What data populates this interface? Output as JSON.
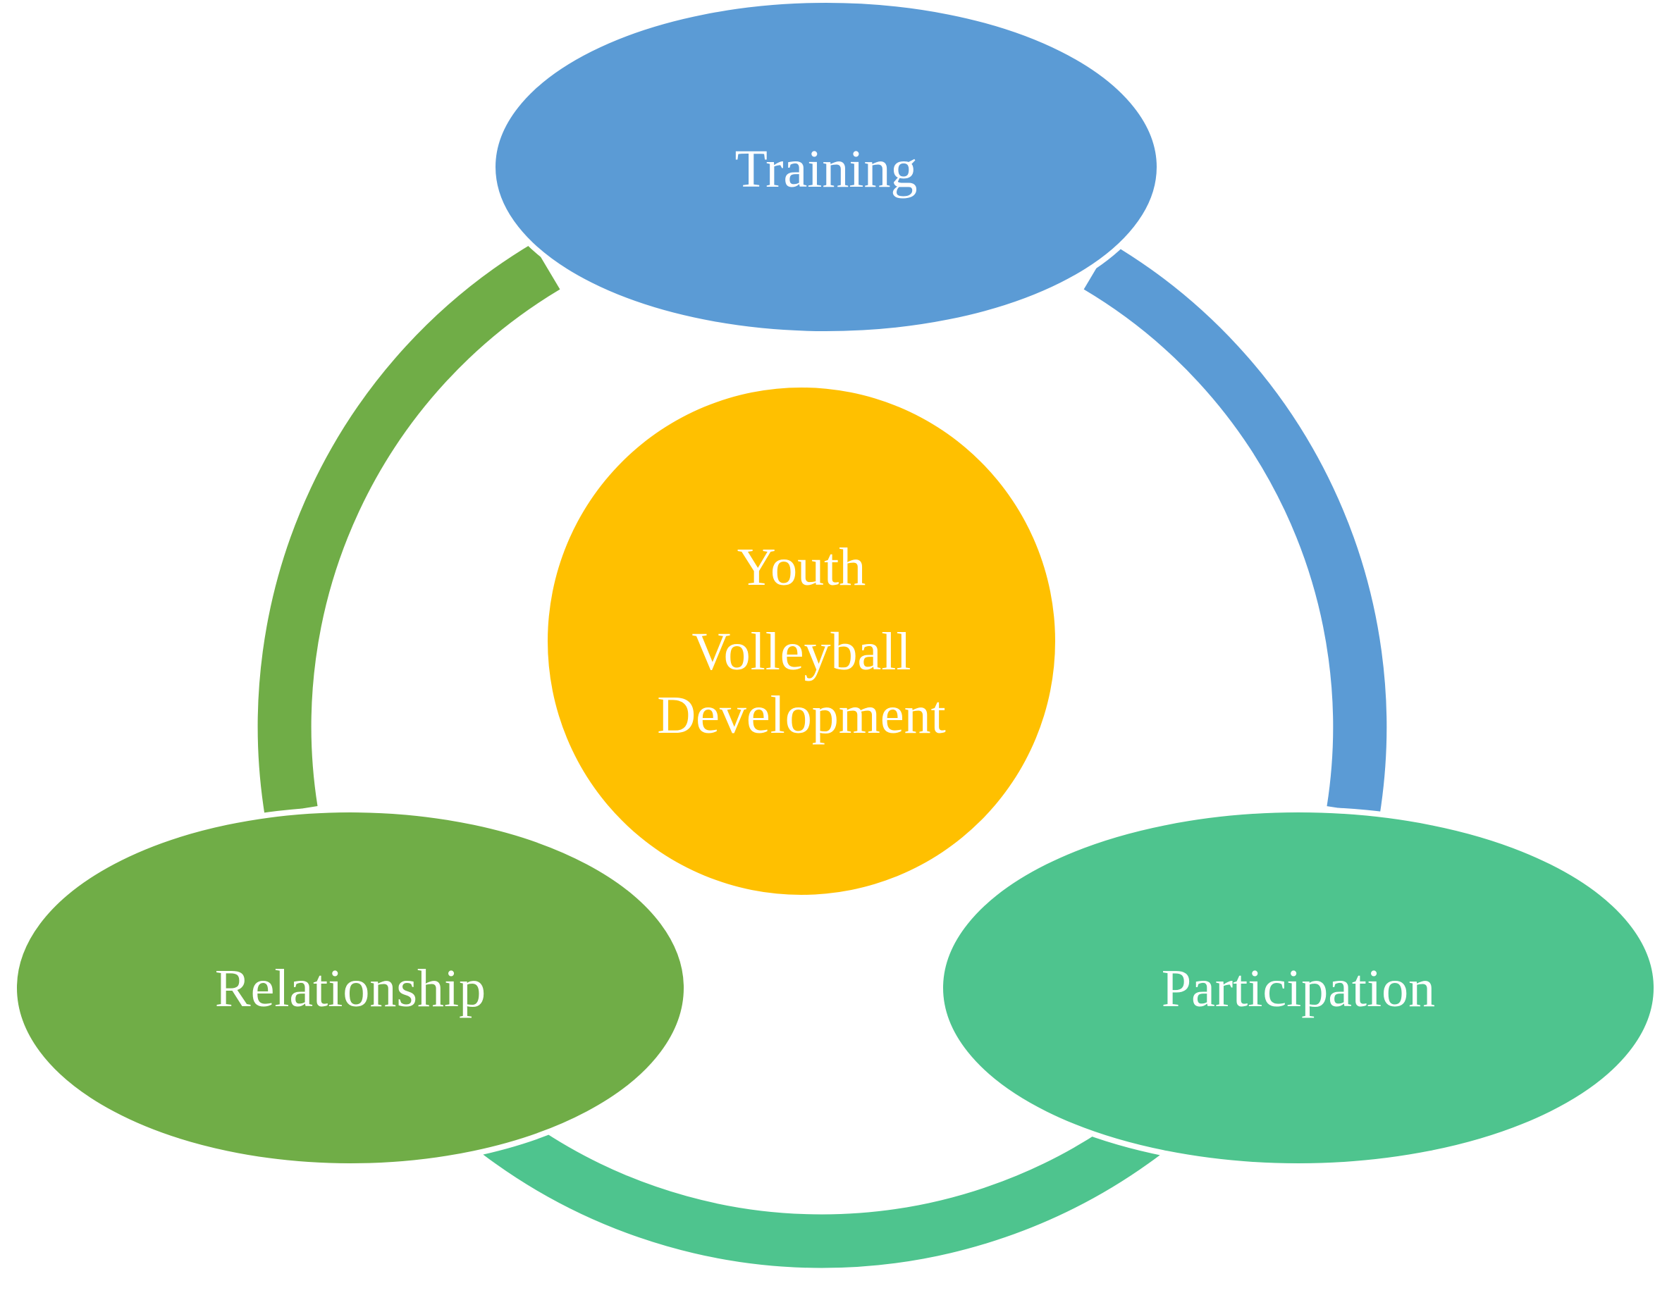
{
  "center": {
    "lines": [
      "Youth",
      "Volleyball",
      "Development"
    ],
    "color": "#FFC000"
  },
  "nodes": {
    "training": {
      "label": "Training",
      "color": "#5B9BD5"
    },
    "relationship": {
      "label": "Relationship",
      "color": "#70AD47"
    },
    "participation": {
      "label": "Participation",
      "color": "#4EC48E"
    }
  },
  "arcs": {
    "training_to_participation": {
      "color": "#5B9BD5"
    },
    "participation_to_relationship": {
      "color": "#4EC48E"
    },
    "relationship_to_training": {
      "color": "#70AD47"
    }
  }
}
